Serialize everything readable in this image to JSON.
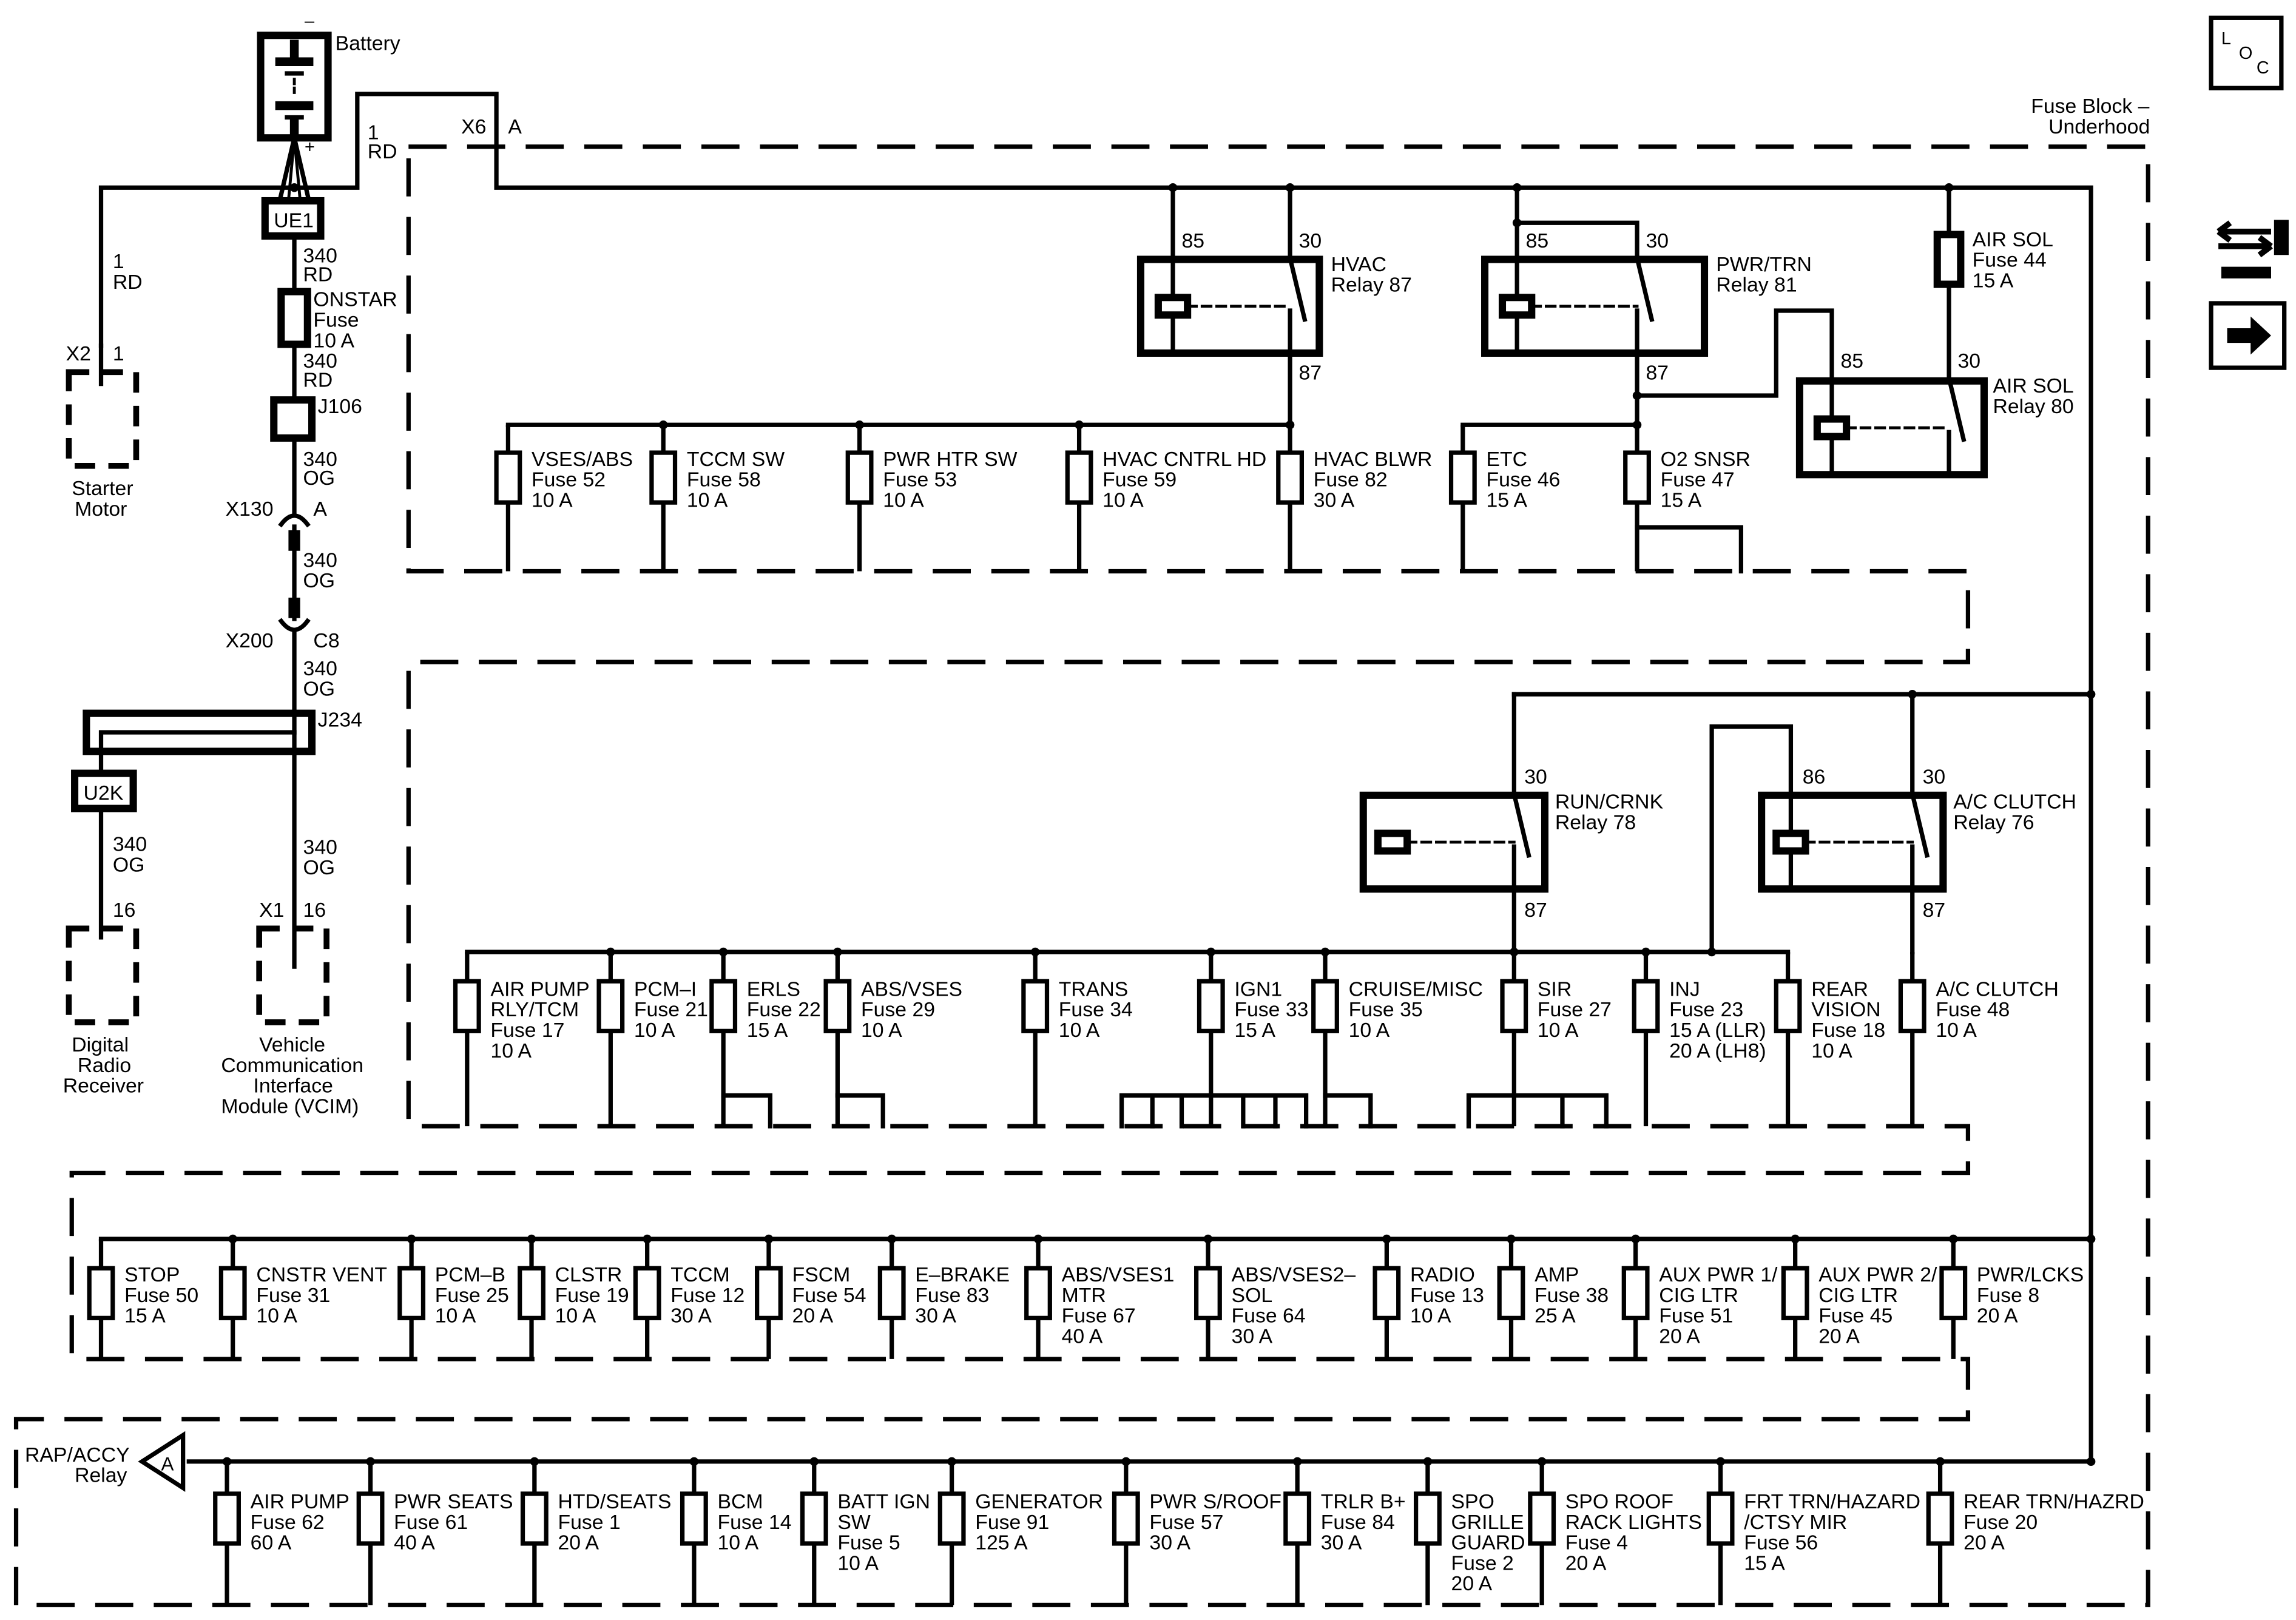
{
  "battery": {
    "name": "Battery",
    "minus": "–",
    "plus": "+"
  },
  "battery_wire_top": {
    "circuit": "1",
    "color": "RD"
  },
  "x6": {
    "connector": "X6",
    "pin": "A"
  },
  "fuse_block": {
    "line1": "Fuse Block –",
    "line2": "Underhood"
  },
  "ue1": "UE1",
  "starter": {
    "wire_circuit": "1",
    "wire_color": "RD",
    "connector": "X2",
    "pin": "1",
    "name_line1": "Starter",
    "name_line2": "Motor"
  },
  "onstar_chain": {
    "w1_circuit": "340",
    "w1_color": "RD",
    "fuse_line1": "ONSTAR",
    "fuse_line2": "Fuse",
    "fuse_line3": "10 A",
    "w2_circuit": "340",
    "w2_color": "RD",
    "splice1": "J106",
    "w3_circuit": "340",
    "w3_color": "OG",
    "x130": "X130",
    "x130_pin": "A",
    "w4_circuit": "340",
    "w4_color": "OG",
    "x200": "X200",
    "x200_pin": "C8",
    "w5_circuit": "340",
    "w5_color": "OG",
    "splice2": "J234",
    "u2k": "U2K",
    "w6_circuit": "340",
    "w6_color": "OG",
    "w7_circuit": "340",
    "w7_color": "OG",
    "drr_pin": "16",
    "drr_l1": "Digital",
    "drr_l2": "Radio",
    "drr_l3": "Receiver",
    "vcim_conn": "X1",
    "vcim_pin": "16",
    "vcim_l1": "Vehicle",
    "vcim_l2": "Communication",
    "vcim_l3": "Interface",
    "vcim_l4": "Module (VCIM)"
  },
  "relays": [
    {
      "name": "HVAC",
      "num": "Relay 87",
      "pin_coil": "85",
      "pin_com": "30",
      "pin_out": "87"
    },
    {
      "name": "PWR/TRN",
      "num": "Relay 81",
      "pin_coil": "85",
      "pin_com": "30",
      "pin_out": "87"
    },
    {
      "name": "AIR SOL",
      "num": "Relay 80",
      "pin_coil": "85",
      "pin_com": "30"
    },
    {
      "name": "RUN/CRNK",
      "num": "Relay 78",
      "pin_com": "30",
      "pin_out": "87"
    },
    {
      "name": "A/C CLUTCH",
      "num": "Relay 76",
      "pin_coil": "86",
      "pin_com": "30",
      "pin_out": "87"
    }
  ],
  "fuses_row1": [
    {
      "l1": "VSES/ABS",
      "l2": "Fuse 52",
      "l3": "10 A"
    },
    {
      "l1": "TCCM SW",
      "l2": "Fuse 58",
      "l3": "10 A"
    },
    {
      "l1": "PWR HTR SW",
      "l2": "Fuse 53",
      "l3": "10 A"
    },
    {
      "l1": "HVAC CNTRL HD",
      "l2": "Fuse 59",
      "l3": "10 A"
    },
    {
      "l1": "HVAC BLWR",
      "l2": "Fuse 82",
      "l3": "30 A"
    },
    {
      "l1": "ETC",
      "l2": "Fuse 46",
      "l3": "15 A"
    },
    {
      "l1": "O2 SNSR",
      "l2": "Fuse 47",
      "l3": "15 A"
    },
    {
      "l1": "AIR SOL",
      "l2": "Fuse 44",
      "l3": "15 A"
    }
  ],
  "fuses_row2": [
    {
      "l1": "AIR PUMP",
      "l2": "RLY/TCM",
      "l3": "Fuse 17",
      "l4": "10 A"
    },
    {
      "l1": "PCM–I",
      "l2": "Fuse 21",
      "l3": "10 A"
    },
    {
      "l1": "ERLS",
      "l2": "Fuse 22",
      "l3": "15 A"
    },
    {
      "l1": "ABS/VSES",
      "l2": "Fuse 29",
      "l3": "10 A"
    },
    {
      "l1": "TRANS",
      "l2": "Fuse 34",
      "l3": "10 A"
    },
    {
      "l1": "IGN1",
      "l2": "Fuse 33",
      "l3": "15 A"
    },
    {
      "l1": "CRUISE/MISC",
      "l2": "Fuse 35",
      "l3": "10 A"
    },
    {
      "l1": "SIR",
      "l2": "Fuse 27",
      "l3": "10 A"
    },
    {
      "l1": "INJ",
      "l2": "Fuse 23",
      "l3": "15 A (LLR)",
      "l4": "20 A (LH8)"
    },
    {
      "l1": "REAR",
      "l2": "VISION",
      "l3": "Fuse 18",
      "l4": "10 A"
    },
    {
      "l1": "A/C CLUTCH",
      "l2": "Fuse 48",
      "l3": "10 A"
    }
  ],
  "fuses_row3": [
    {
      "l1": "STOP",
      "l2": "Fuse 50",
      "l3": "15 A"
    },
    {
      "l1": "CNSTR VENT",
      "l2": "Fuse 31",
      "l3": "10 A"
    },
    {
      "l1": "PCM–B",
      "l2": "Fuse 25",
      "l3": "10 A"
    },
    {
      "l1": "CLSTR",
      "l2": "Fuse 19",
      "l3": "10 A"
    },
    {
      "l1": "TCCM",
      "l2": "Fuse 12",
      "l3": "30 A"
    },
    {
      "l1": "FSCM",
      "l2": "Fuse 54",
      "l3": "20 A"
    },
    {
      "l1": "E–BRAKE",
      "l2": "Fuse 83",
      "l3": "30 A"
    },
    {
      "l1": "ABS/VSES1",
      "l2": "MTR",
      "l3": "Fuse 67",
      "l4": "40 A"
    },
    {
      "l1": "ABS/VSES2–",
      "l2": "SOL",
      "l3": "Fuse 64",
      "l4": "30 A"
    },
    {
      "l1": "RADIO",
      "l2": "Fuse 13",
      "l3": "10 A"
    },
    {
      "l1": "AMP",
      "l2": "Fuse 38",
      "l3": "25 A"
    },
    {
      "l1": "AUX PWR 1/",
      "l2": "CIG LTR",
      "l3": "Fuse 51",
      "l4": "20 A"
    },
    {
      "l1": "AUX PWR 2/",
      "l2": "CIG LTR",
      "l3": "Fuse 45",
      "l4": "20 A"
    },
    {
      "l1": "PWR/LCKS",
      "l2": "Fuse 8",
      "l3": "20 A"
    }
  ],
  "fuses_row4": [
    {
      "l1": "AIR PUMP",
      "l2": "Fuse 62",
      "l3": "60 A"
    },
    {
      "l1": "PWR SEATS",
      "l2": "Fuse 61",
      "l3": "40 A"
    },
    {
      "l1": "HTD/SEATS",
      "l2": "Fuse 1",
      "l3": "20 A"
    },
    {
      "l1": "BCM",
      "l2": "Fuse 14",
      "l3": "10 A"
    },
    {
      "l1": "BATT IGN",
      "l2": "SW",
      "l3": "Fuse 5",
      "l4": "10 A"
    },
    {
      "l1": "GENERATOR",
      "l2": "Fuse 91",
      "l3": "125 A"
    },
    {
      "l1": "PWR S/ROOF",
      "l2": "Fuse 57",
      "l3": "30 A"
    },
    {
      "l1": "TRLR B+",
      "l2": "Fuse 84",
      "l3": "30 A"
    },
    {
      "l1": "SPO",
      "l2": "GRILLE",
      "l3": "GUARD",
      "l4": "Fuse 2",
      "l5": "20 A"
    },
    {
      "l1": "SPO ROOF",
      "l2": "RACK LIGHTS",
      "l3": "Fuse 4",
      "l4": "20 A"
    },
    {
      "l1": "FRT TRN/HAZARD",
      "l2": "/CTSY MIR",
      "l3": "Fuse 56",
      "l4": "15 A"
    },
    {
      "l1": "REAR TRN/HAZRD",
      "l2": "Fuse 20",
      "l3": "20 A"
    }
  ],
  "rap_relay": {
    "l1": "RAP/ACCY",
    "l2": "Relay",
    "ref": "A"
  },
  "loc_icon": {
    "l": "L",
    "o": "O",
    "c": "C"
  },
  "icons": [
    "loc-icon",
    "connector-tools-icon",
    "next-arrow-icon"
  ]
}
